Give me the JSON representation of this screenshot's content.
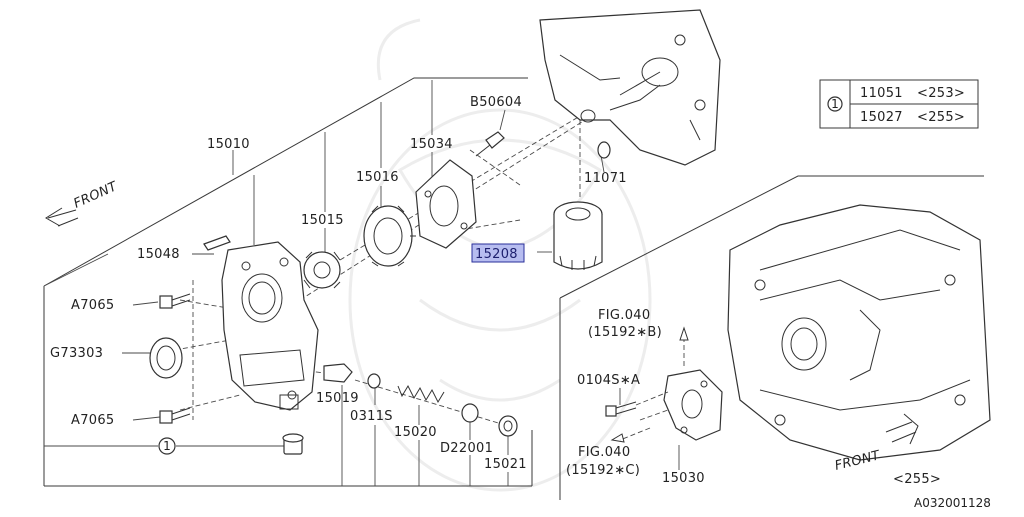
{
  "labels": {
    "p15010": "15010",
    "p15034": "15034",
    "pB50604": "B50604",
    "p15016": "15016",
    "p15015": "15015",
    "p15048": "15048",
    "pA7065_top": "A7065",
    "pG73303": "G73303",
    "pA7065_bottom": "A7065",
    "p11071": "11071",
    "p15208": "15208",
    "p15019": "15019",
    "p0311S": "0311S",
    "p15020": "15020",
    "pD22001": "D22001",
    "p15021": "15021",
    "p0104SA": "0104S∗A",
    "fig040_top": "FIG.040",
    "fig040_top_ref": "(15192∗B)",
    "fig040_bottom": "FIG.040",
    "fig040_bottom_ref": "(15192∗C)",
    "p15030": "15030",
    "front_left": "FRONT",
    "front_right": "FRONT",
    "ref255": "<255>",
    "doc_id": "A032001128",
    "callout_marker": "1"
  },
  "ref_table": {
    "marker": "1",
    "rows": [
      {
        "part": "11051",
        "ref": "<253>"
      },
      {
        "part": "15027",
        "ref": "<255>"
      }
    ]
  },
  "highlight_color": "#b7bdf0"
}
